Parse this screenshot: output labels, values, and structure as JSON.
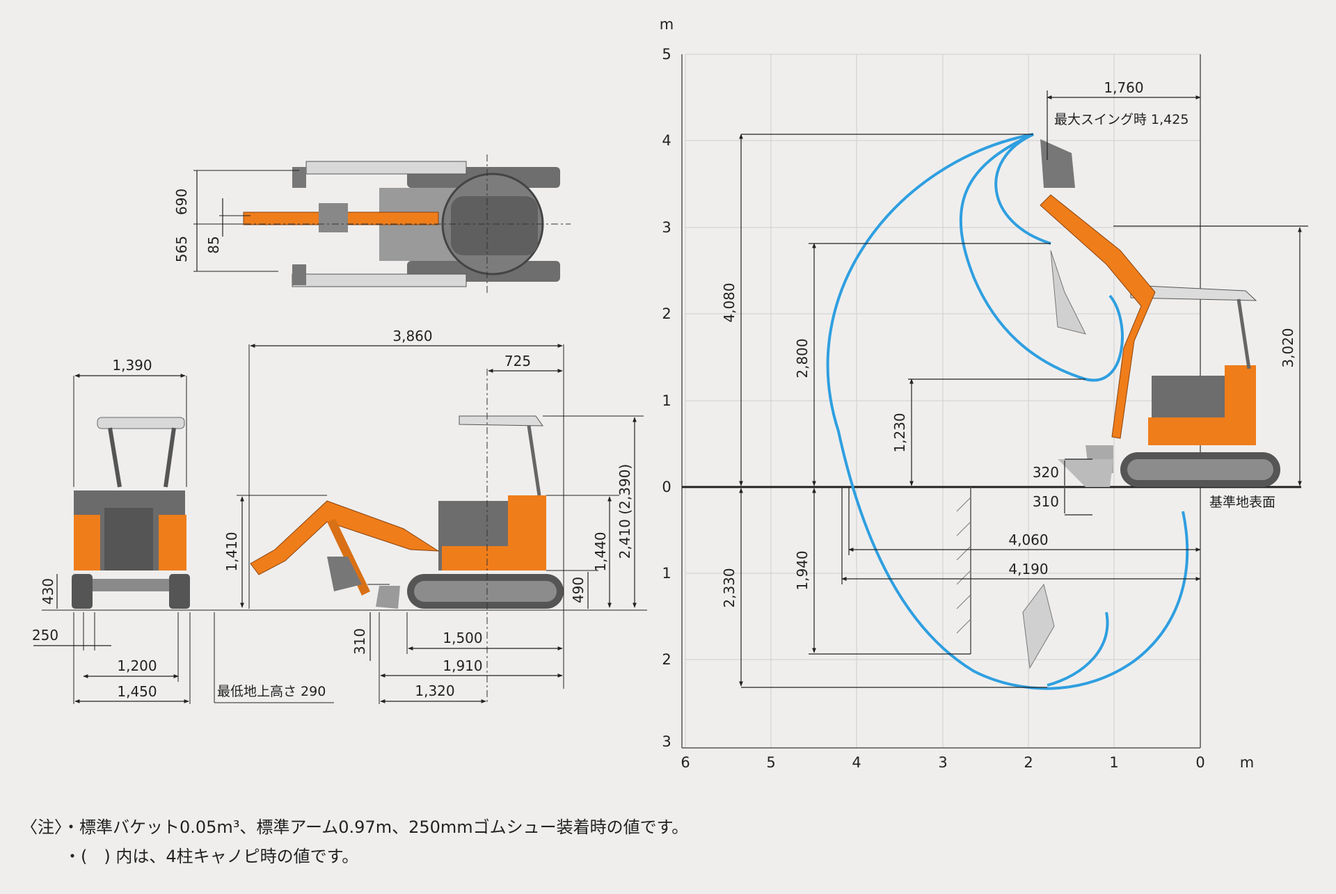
{
  "top_view": {
    "dims": {
      "v690": "690",
      "v565": "565",
      "v85": "85"
    }
  },
  "front_view": {
    "dims": {
      "d1390": "1,390",
      "d430": "430",
      "d250": "250",
      "d1200": "1,200",
      "d1450": "1,450"
    }
  },
  "side_view": {
    "dims": {
      "d3860": "3,860",
      "d725": "725",
      "d1410": "1,410",
      "d1440": "1,440",
      "d2410": "2,410 (2,390)",
      "d490": "490",
      "d310": "310",
      "d1500": "1,500",
      "d1910": "1,910",
      "d1320": "1,320"
    },
    "min_clearance": "最低地上高さ 290"
  },
  "working_range": {
    "axis_unit": "m",
    "y_ticks": [
      "5",
      "4",
      "3",
      "2",
      "1",
      "0",
      "1",
      "2",
      "3"
    ],
    "x_ticks": [
      "6",
      "5",
      "4",
      "3",
      "2",
      "1",
      "0"
    ],
    "dims": {
      "d1760": "1,760",
      "swing": "最大スイング時 1,425",
      "d4080": "4,080",
      "d2800": "2,800",
      "d1230": "1,230",
      "d3020": "3,020",
      "d320": "320",
      "d310": "310",
      "d4060": "4,060",
      "d4190": "4,190",
      "d2330": "2,330",
      "d1940": "1,940"
    },
    "ground_label": "基準地表面",
    "colors": {
      "curve": "#2f9fe0",
      "machine": "#ef7d1a",
      "grid": "#cfcfcf"
    }
  },
  "notes": {
    "line1": "〈注〉・標準バケット0.05m³、標準アーム0.97m、250mmゴムシュー装着時の値です。",
    "line2": "・(　) 内は、4柱キャノピ時の値です。"
  }
}
